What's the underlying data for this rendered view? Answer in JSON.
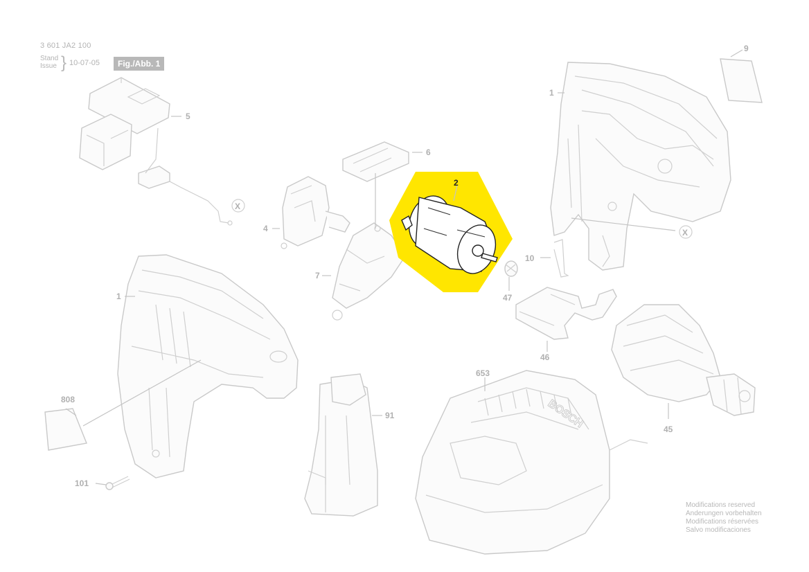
{
  "header": {
    "doc_number": "3 601 JA2 100",
    "stand_label": "Stand",
    "issue_label": "Issue",
    "date": "10-07-05",
    "figure_label": "Fig./Abb. 1"
  },
  "callouts": {
    "p2": "2",
    "p1_top": "1",
    "p1_bottom": "1",
    "p4": "4",
    "p5": "5",
    "p6": "6",
    "p7": "7",
    "p9": "9",
    "p10": "10",
    "p45": "45",
    "p46": "46",
    "p47": "47",
    "p91": "91",
    "p101": "101",
    "p653": "653",
    "p808": "808",
    "x_left": "X",
    "x_right": "X"
  },
  "modifications": [
    "Modifications reserved",
    "Anderungen vorbehalten",
    "Modifications réservées",
    "Salvo modificaciones"
  ],
  "charger_brand": "BOSCH",
  "highlight_color": "#FFE600"
}
